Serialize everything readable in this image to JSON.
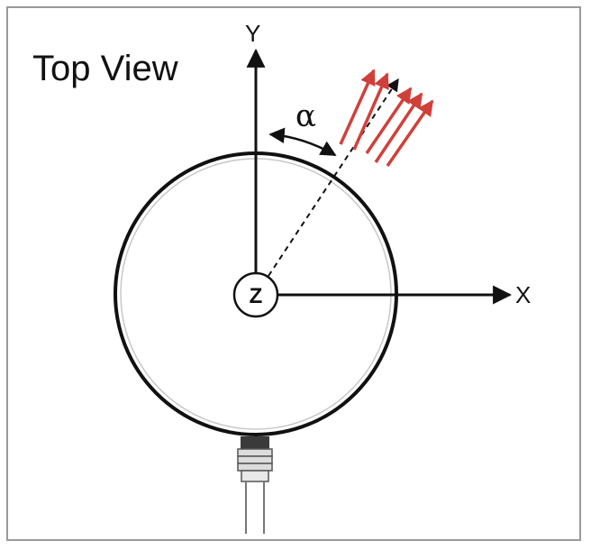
{
  "title": "Top View",
  "axes": {
    "y_label": "Y",
    "x_label": "X",
    "z_label": "Z"
  },
  "angle_label": "α",
  "colors": {
    "arrows": "#d0403a",
    "lines": "#111111",
    "frame": "#9a9a9a"
  }
}
